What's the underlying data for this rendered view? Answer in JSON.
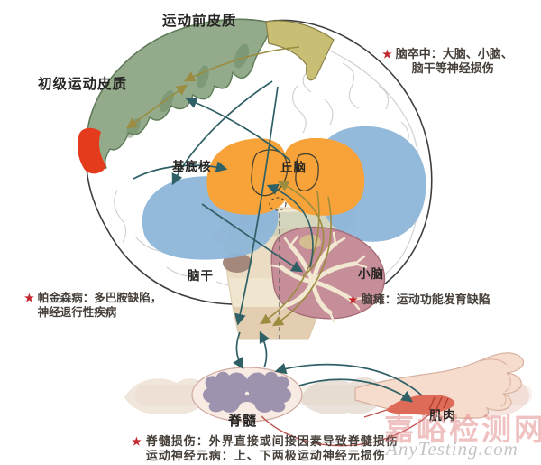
{
  "figure": {
    "regions": {
      "premotor_cortex": "运动前皮质",
      "primary_motor_cortex": "初级运动皮质",
      "basal_ganglia": "基底核",
      "thalamus": "丘脑",
      "brainstem": "脑干",
      "cerebellum": "小脑",
      "spinal_cord": "脊髓",
      "muscle": "肌肉"
    },
    "annotations": {
      "stroke": {
        "marker": "★",
        "line1": "脑卒中：大脑、小脑、",
        "line2": "脑干等神经损伤"
      },
      "parkinson": {
        "marker": "★",
        "line1": "帕金森病：多巴胺缺陷，",
        "line2": "神经退行性疾病"
      },
      "cerebral_palsy": {
        "marker": "★",
        "line1": "脑瘫：运动功能发育缺陷"
      },
      "spinal": {
        "marker": "★",
        "line1": "脊髓损伤：外界直接或间接因素导致脊髓损伤",
        "line2": "运动神经元病：上、下两极运动神经元损伤"
      }
    },
    "watermark": {
      "site_cn": "嘉峪检测网",
      "site_en": "AnyTesting.com"
    },
    "colors": {
      "annotation_star": "#c1272d",
      "annotation_text": "#47403a",
      "pathway_teal": "#2f6066",
      "pathway_olive": "#9b8c3f",
      "motor_cortex_green": "#93ab8b",
      "premotor_yellow": "#c8bf74",
      "cortex_red": "#e33b1c",
      "deep_nuclei_blue": "#8db5d9",
      "nuclei_orange": "#f7a339",
      "cerebellum_pink": "#c68e99",
      "brainstem_beige": "#efe3cb",
      "spinal_gray_matter": "#9e93ae",
      "muscle_red": "#de6a58",
      "feedback_line_red": "#c0504d"
    }
  }
}
